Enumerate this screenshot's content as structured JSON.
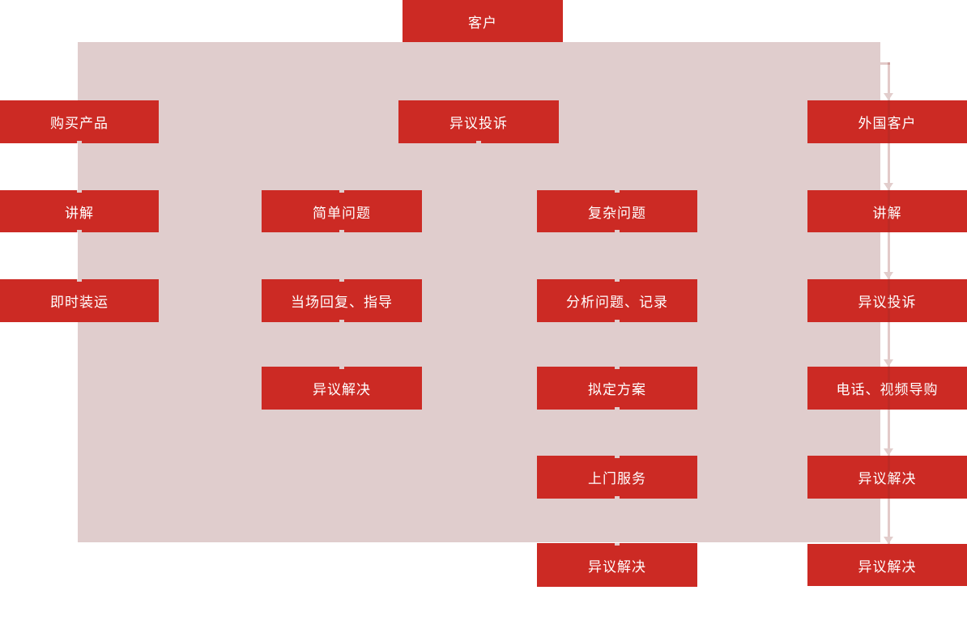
{
  "colors": {
    "node_red": "#cc2a24",
    "canvas_pink": "#e0cdcd",
    "connector_pink": "#e2cdcc",
    "node_text": "#ffffff"
  },
  "diagram": {
    "nodes": [
      {
        "id": "customer",
        "label": "客户"
      },
      {
        "id": "buy-product",
        "label": "购买产品"
      },
      {
        "id": "objection-complaint-mid",
        "label": "异议投诉"
      },
      {
        "id": "foreign-customer",
        "label": "外国客户"
      },
      {
        "id": "explain-left",
        "label": "讲解"
      },
      {
        "id": "simple-question",
        "label": "简单问题"
      },
      {
        "id": "complex-question",
        "label": "复杂问题"
      },
      {
        "id": "explain-right",
        "label": "讲解"
      },
      {
        "id": "instant-shipment",
        "label": "即时装运"
      },
      {
        "id": "onsite-reply-guidance",
        "label": "当场回复、指导"
      },
      {
        "id": "analyze-record",
        "label": "分析问题、记录"
      },
      {
        "id": "objection-complaint-right",
        "label": "异议投诉"
      },
      {
        "id": "objection-resolved-c2",
        "label": "异议解决"
      },
      {
        "id": "draft-plan",
        "label": "拟定方案"
      },
      {
        "id": "phone-video-guide",
        "label": "电话、视频导购"
      },
      {
        "id": "door-service",
        "label": "上门服务"
      },
      {
        "id": "objection-resolved-r5",
        "label": "异议解决"
      },
      {
        "id": "objection-resolved-c3",
        "label": "异议解决"
      },
      {
        "id": "objection-resolved-r6",
        "label": "异议解决"
      }
    ]
  }
}
